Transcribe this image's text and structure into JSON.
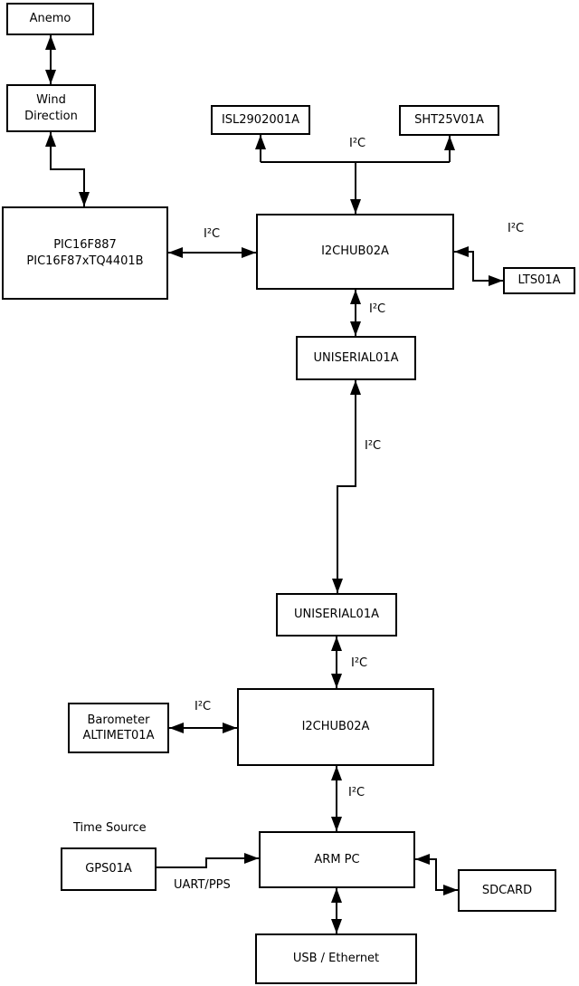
{
  "diagram": {
    "colors": {
      "line": "#000000",
      "background": "#ffffff",
      "text": "#000000"
    },
    "nodes": {
      "anemo": {
        "label": "Anemo"
      },
      "wind": {
        "lines": [
          "Wind",
          "Direction"
        ]
      },
      "pic": {
        "lines": [
          "PIC16F887",
          "PIC16F87xTQ4401B"
        ]
      },
      "isl": {
        "label": "ISL2902001A"
      },
      "sht": {
        "label": "SHT25V01A"
      },
      "hub1": {
        "label": "I2CHUB02A"
      },
      "lts": {
        "label": "LTS01A"
      },
      "uniserial1": {
        "label": "UNISERIAL01A"
      },
      "uniserial2": {
        "label": "UNISERIAL01A"
      },
      "hub2": {
        "label": "I2CHUB02A"
      },
      "barometer": {
        "lines": [
          "Barometer",
          "ALTIMET01A"
        ]
      },
      "gps": {
        "label": "GPS01A"
      },
      "armpc": {
        "label": "ARM PC"
      },
      "sdcard": {
        "label": "SDCARD"
      },
      "usb": {
        "label": "USB / Ethernet"
      }
    },
    "labels": {
      "i2c_isl_sht_bus": "I²C",
      "i2c_pic_hub1": "I²C",
      "i2c_hub1_lts": "I²C",
      "i2c_hub1_uniserial": "I²C",
      "i2c_uniserial_link": "I²C",
      "i2c_uniserial_hub2": "I²C",
      "i2c_barometer_hub2": "I²C",
      "i2c_hub2_armpc": "I²C",
      "time_source": "Time Source",
      "uart_pps": "UART/PPS"
    },
    "connections": [
      {
        "from": "Anemo",
        "to": "Wind Direction",
        "label": "",
        "style": "bidirectional"
      },
      {
        "from": "Wind Direction",
        "to": "PIC16F887",
        "label": "",
        "style": "bidirectional"
      },
      {
        "from": "PIC16F887",
        "to": "I2CHUB02A (top)",
        "label": "I²C",
        "style": "bidirectional"
      },
      {
        "from": "I2CHUB02A (top)",
        "to": "ISL2902001A + SHT25V01A",
        "label": "I²C",
        "style": "bus"
      },
      {
        "from": "I2CHUB02A (top)",
        "to": "LTS01A",
        "label": "I²C",
        "style": "bidirectional"
      },
      {
        "from": "I2CHUB02A (top)",
        "to": "UNISERIAL01A (top)",
        "label": "I²C",
        "style": "bidirectional"
      },
      {
        "from": "UNISERIAL01A (top)",
        "to": "UNISERIAL01A (bottom)",
        "label": "I²C",
        "style": "bidirectional"
      },
      {
        "from": "UNISERIAL01A (bottom)",
        "to": "I2CHUB02A (bottom)",
        "label": "I²C",
        "style": "bidirectional"
      },
      {
        "from": "Barometer ALTIMET01A",
        "to": "I2CHUB02A (bottom)",
        "label": "I²C",
        "style": "bidirectional"
      },
      {
        "from": "I2CHUB02A (bottom)",
        "to": "ARM PC",
        "label": "I²C",
        "style": "bidirectional"
      },
      {
        "from": "GPS01A",
        "to": "ARM PC",
        "label": "UART/PPS",
        "style": "unidirectional"
      },
      {
        "from": "ARM PC",
        "to": "SDCARD",
        "label": "",
        "style": "bidirectional"
      },
      {
        "from": "ARM PC",
        "to": "USB / Ethernet",
        "label": "",
        "style": "bidirectional"
      }
    ]
  }
}
